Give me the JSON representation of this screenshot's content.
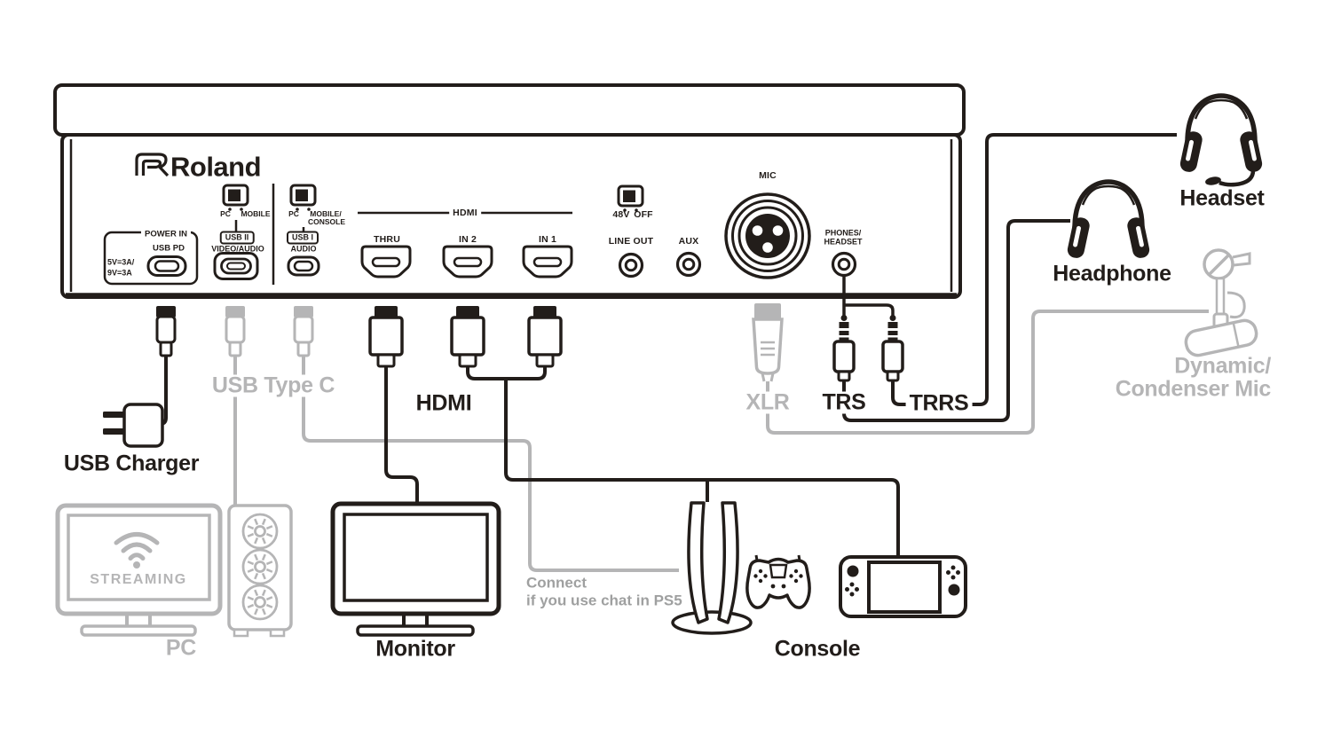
{
  "colors": {
    "ink": "#221d1a",
    "gray": "#b5b5b6",
    "note_gray": "#9fa0a0"
  },
  "device": {
    "brand": "Roland",
    "power": {
      "group_label": "POWER IN",
      "port_label": "USB PD",
      "rating_line1": "5V=3A/",
      "rating_line2": "9V=3A"
    },
    "usb2": {
      "switch_left": "PC",
      "switch_right": "MOBILE",
      "port_label": "USB II",
      "sub_label": "VIDEO/AUDIO"
    },
    "usb1": {
      "switch_left": "PC",
      "switch_right": "MOBILE/",
      "switch_right_line2": "CONSOLE",
      "port_label": "USB I",
      "sub_label": "AUDIO"
    },
    "hdmi": {
      "group_label": "HDMI",
      "thru_label": "THRU",
      "in2_label": "IN 2",
      "in1_label": "IN 1"
    },
    "line_out_label": "LINE OUT",
    "aux_label": "AUX",
    "phantom": {
      "on_label": "48V",
      "off_label": "OFF"
    },
    "mic_label": "MIC",
    "phones": {
      "line1": "PHONES/",
      "line2": "HEADSET"
    }
  },
  "connections": {
    "usb_charger_label": "USB Charger",
    "usb_type_c_label": "USB Type C",
    "hdmi_label": "HDMI",
    "xlr_label": "XLR",
    "trs_label": "TRS",
    "trrs_label": "TRRS",
    "headset_label": "Headset",
    "headphone_label": "Headphone",
    "mic_label_line1": "Dynamic/",
    "mic_label_line2": "Condenser Mic",
    "pc_label": "PC",
    "pc_screen_text": "STREAMING",
    "monitor_label": "Monitor",
    "console_label": "Console",
    "note_line1": "Connect",
    "note_line2": "if you use chat in PS5"
  },
  "icons": [
    "roland-logo",
    "usb-charger-icon",
    "usb-c-plug-icon",
    "hdmi-plug-icon",
    "trs-plug-icon",
    "trrs-plug-icon",
    "xlr-plug-icon",
    "xlr-socket-icon",
    "toggle-switch-icon",
    "jack-icon",
    "wifi-icon",
    "pc-monitor-icon",
    "pc-tower-icon",
    "monitor-icon",
    "ps5-icon",
    "gamepad-icon",
    "switch-console-icon",
    "headset-icon",
    "headphone-icon",
    "dynamic-condenser-mic-icon"
  ]
}
